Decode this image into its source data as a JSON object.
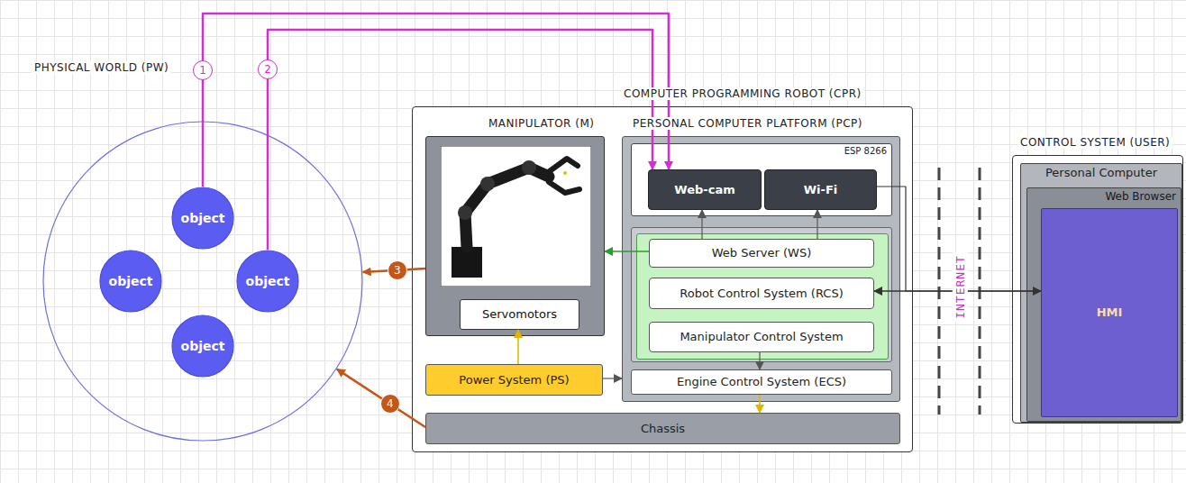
{
  "diagram": {
    "nodes": [
      {
        "text": [
          "PHYSICAL WORLD (PW)"
        ]
      },
      {
        "text": [
          "object"
        ],
        "in": 0
      },
      {
        "text": [
          "object"
        ],
        "in": 0
      },
      {
        "text": [
          "object"
        ],
        "in": 0
      },
      {
        "text": [
          "object"
        ],
        "in": 0
      },
      {
        "text": [
          "COMPUTER PROGRAMMING ROBOT (CPR)"
        ]
      },
      {
        "text": [
          "MANIPULATOR (M)"
        ],
        "in": 5
      },
      {
        "text": [
          "Servomotors"
        ],
        "in": 6
      },
      {
        "text": [
          "PERSONAL COMPUTER PLATFORM (PCP)"
        ],
        "in": 5
      },
      {
        "text": [
          "ESP 8266"
        ],
        "in": 8
      },
      {
        "text": [
          "Web-cam"
        ],
        "in": 9
      },
      {
        "text": [
          "Wi-Fi"
        ],
        "in": 9
      },
      {
        "text": [
          "Web Server (WS)"
        ],
        "in": 8
      },
      {
        "text": [
          "Robot Control System (RCS)"
        ],
        "in": 8
      },
      {
        "text": [
          "Manipulator Control System"
        ],
        "in": 8
      },
      {
        "text": [
          "Engine Control System (ECS)"
        ],
        "in": 8
      },
      {
        "text": [
          "Power System (PS)"
        ],
        "in": 5
      },
      {
        "text": [
          "Chassis"
        ],
        "in": 5
      },
      {
        "text": [
          "CONTROL SYSTEM (USER)"
        ]
      },
      {
        "text": [
          "Personal Computer"
        ],
        "in": 18
      },
      {
        "text": [
          "Web Browser"
        ],
        "in": 19
      },
      {
        "text": [
          "HMI"
        ],
        "in": 20
      }
    ],
    "edges": [
      {
        "from": 1,
        "to": 10,
        "arrow": "to",
        "label": "1"
      },
      {
        "from": 3,
        "to": 10,
        "arrow": "to",
        "label": "2"
      },
      {
        "from": 6,
        "to": 0,
        "arrow": "to",
        "label": "3"
      },
      {
        "from": 17,
        "to": 0,
        "arrow": "to",
        "label": "4"
      },
      {
        "from": 16,
        "to": 7,
        "arrow": "to"
      },
      {
        "from": 16,
        "to": 8,
        "arrow": "to"
      },
      {
        "from": 12,
        "to": 6,
        "arrow": "to"
      },
      {
        "from": 12,
        "to": 10,
        "arrow": "to"
      },
      {
        "from": 12,
        "to": 11,
        "arrow": "to"
      },
      {
        "from": 14,
        "to": 15,
        "arrow": "to"
      },
      {
        "from": 15,
        "to": 17,
        "arrow": "to"
      },
      {
        "from": 11,
        "to": 21,
        "arrow": "none"
      },
      {
        "from": 13,
        "to": 21,
        "arrow": "both"
      }
    ],
    "labels": [
      "INTERNET"
    ]
  }
}
